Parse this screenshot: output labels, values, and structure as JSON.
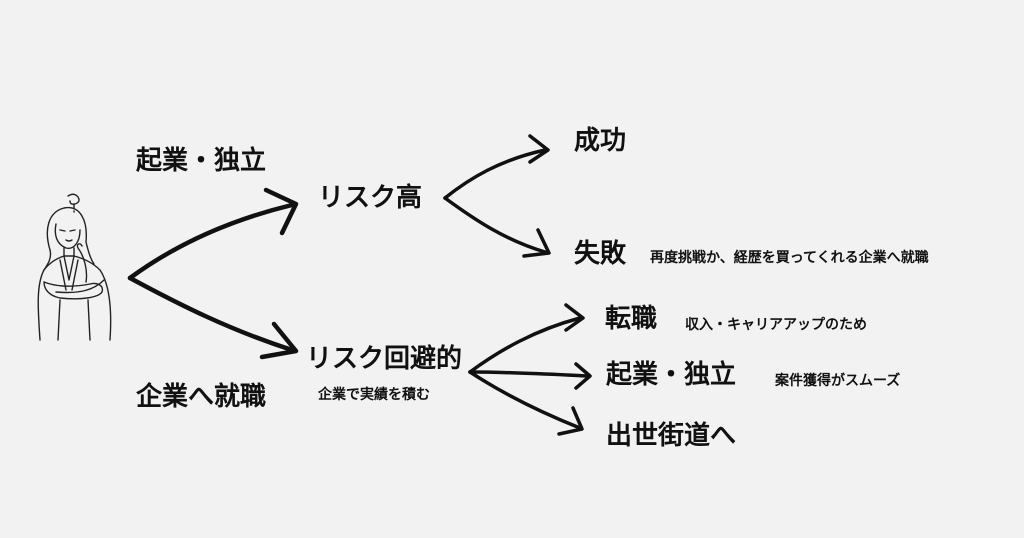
{
  "colors": {
    "background": "#f2f2f2",
    "ink": "#111111"
  },
  "icons": {
    "person": "thinking-woman-icon"
  },
  "labels": {
    "kigyou_top": "起業・独立",
    "kigyou_bottom": "企業へ就職",
    "risk_high": "リスク高",
    "risk_avoid": "リスク回避的",
    "risk_avoid_sub": "企業で実績を積む",
    "success": "成功",
    "failure": "失敗",
    "failure_note": "再度挑戦か、経歴を買ってくれる企業へ就職",
    "job_change": "転職",
    "job_change_note": "収入・キャリアアップのため",
    "independence": "起業・独立",
    "independence_note": "案件獲得がスムーズ",
    "promotion": "出世街道へ"
  }
}
